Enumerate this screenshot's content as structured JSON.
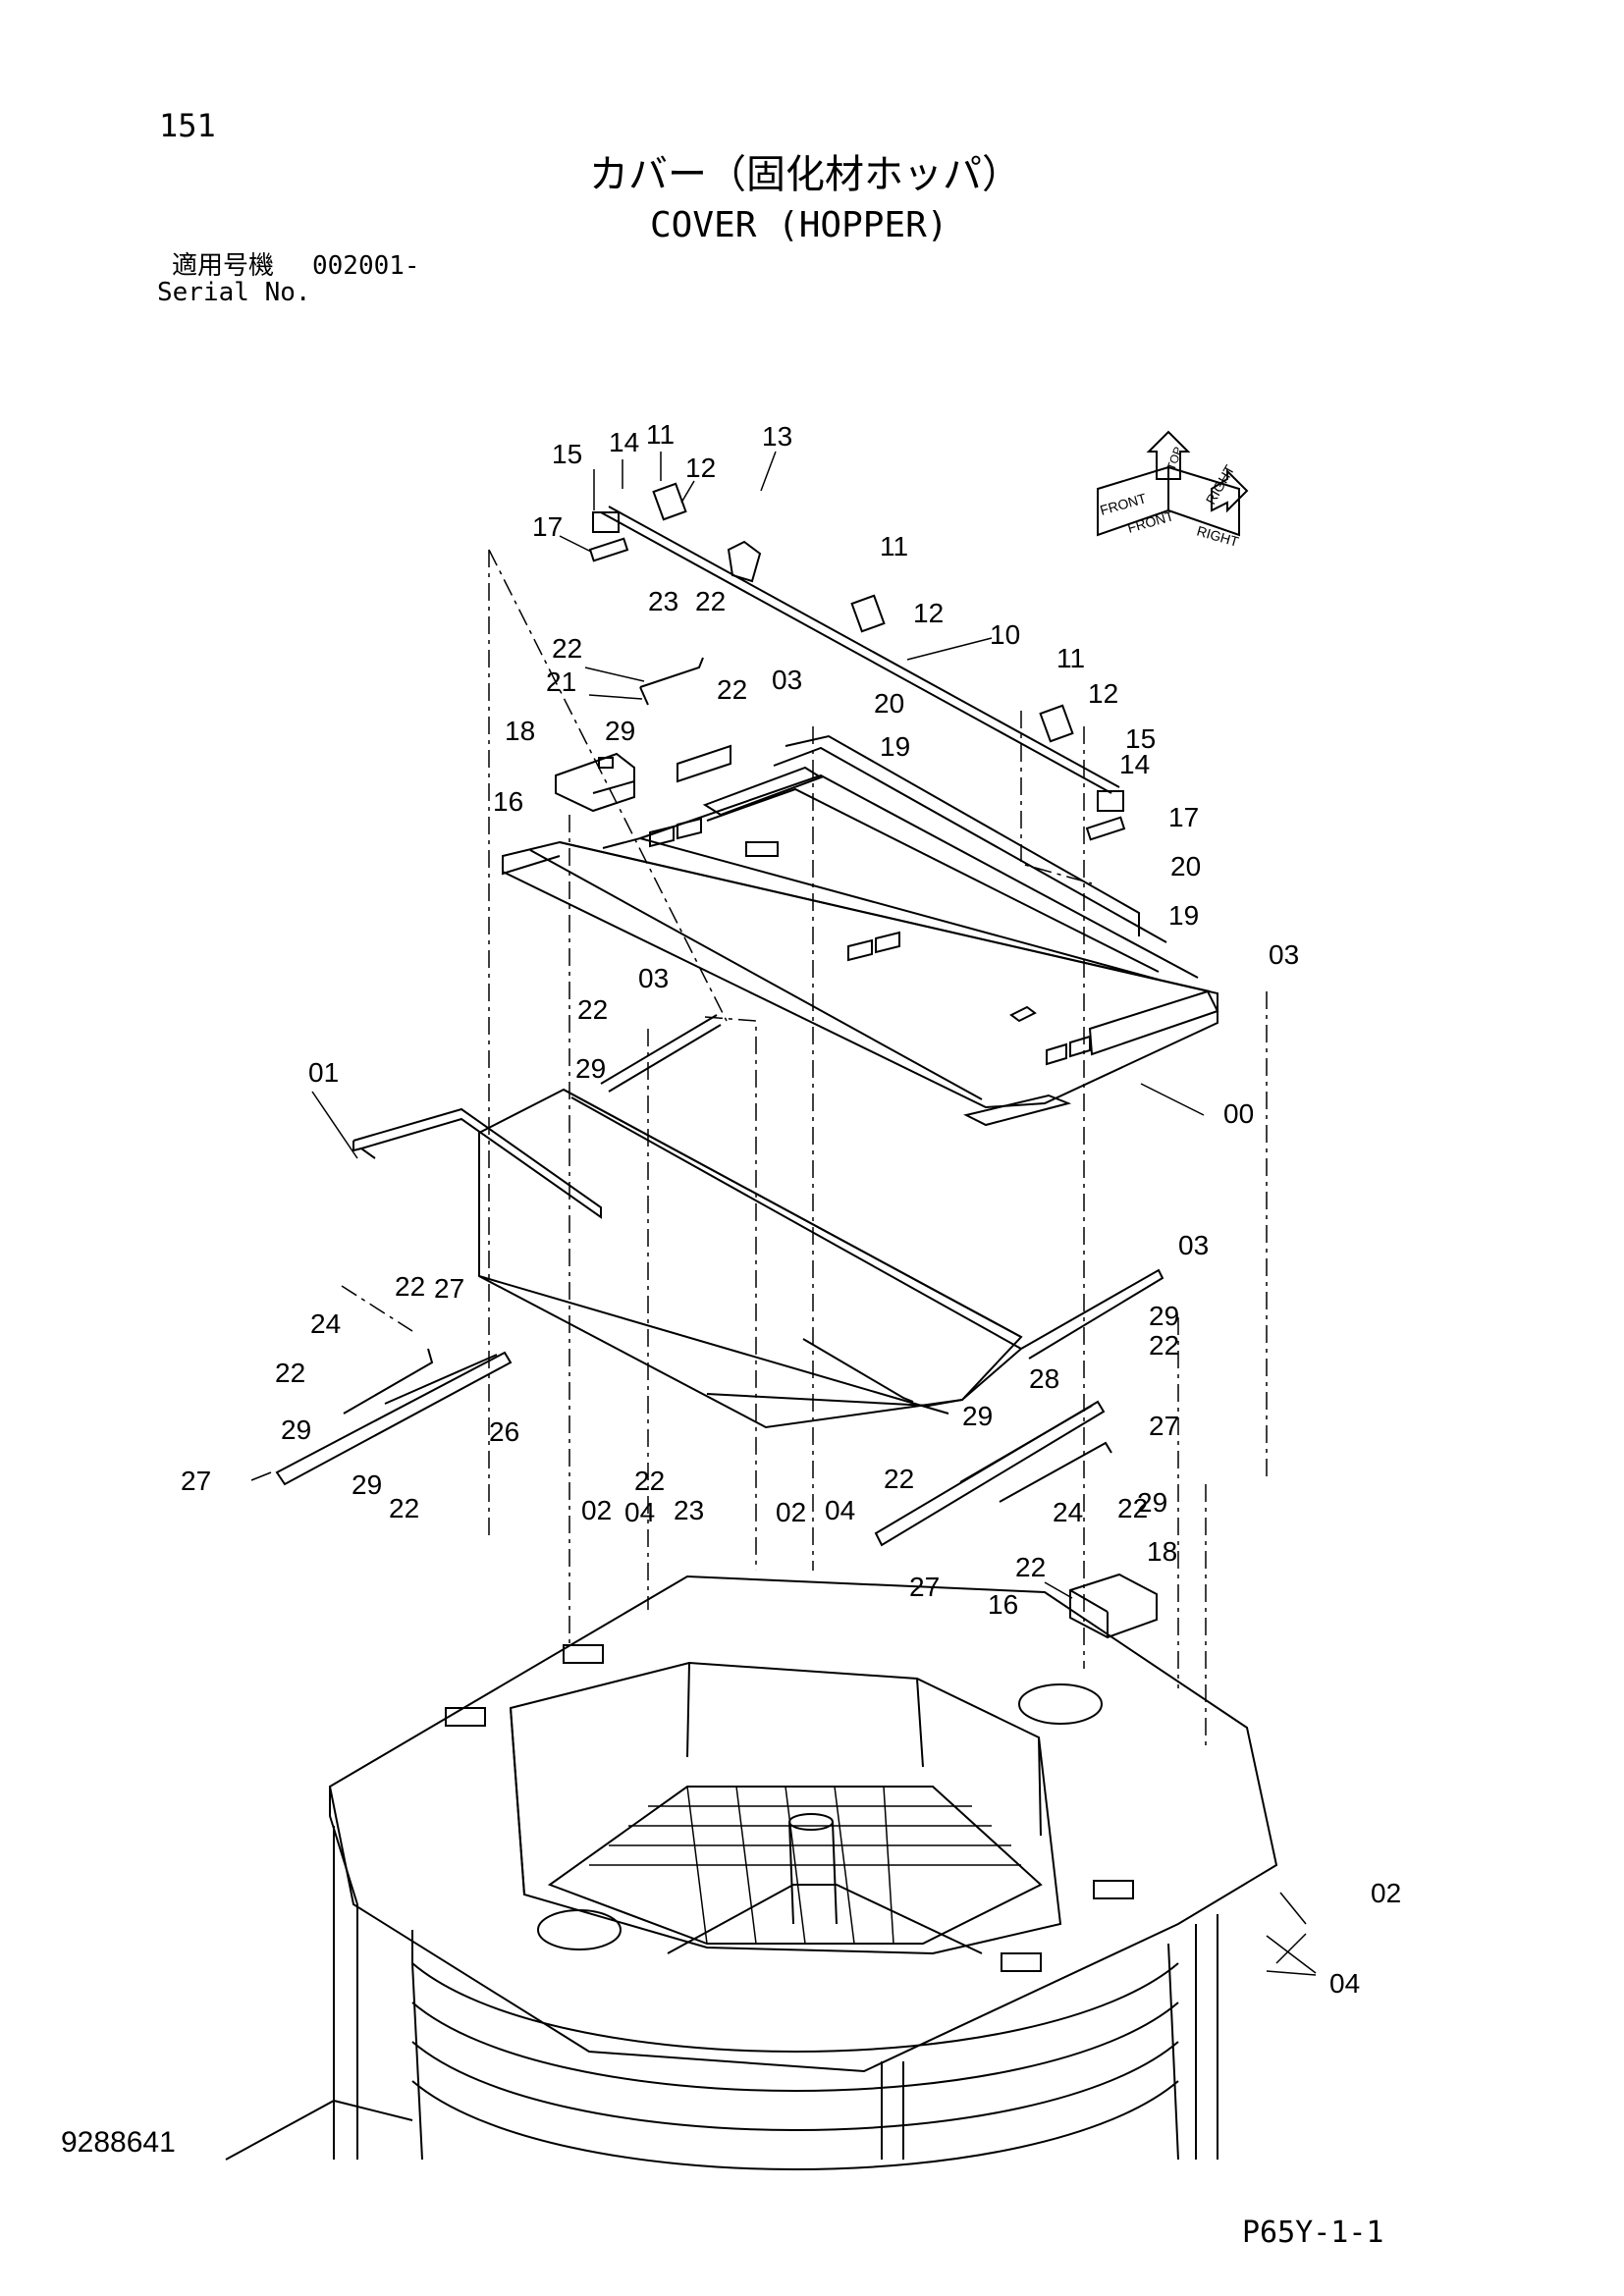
{
  "header": {
    "page_number": "151",
    "title_jp": "カバー（固化材ホッパ）",
    "title_en": "COVER (HOPPER)",
    "serial_label_jp": "適用号機",
    "serial_value": "002001-",
    "serial_label_en": "Serial No."
  },
  "footer": {
    "drawing_number": "9288641",
    "page_code": "P65Y-1-1"
  },
  "direction_indicator": {
    "labels": [
      "FRONT",
      "TOP",
      "RIGHT",
      "FRONT",
      "RIGHT"
    ]
  },
  "callouts": [
    "15",
    "14",
    "11",
    "12",
    "13",
    "17",
    "11",
    "12",
    "23",
    "22",
    "10",
    "22",
    "21",
    "22",
    "03",
    "20",
    "11",
    "12",
    "18",
    "29",
    "19",
    "15",
    "14",
    "16",
    "17",
    "20",
    "19",
    "03",
    "03",
    "22",
    "29",
    "01",
    "00",
    "03",
    "29",
    "22",
    "22",
    "27",
    "24",
    "22",
    "28",
    "29",
    "27",
    "29",
    "26",
    "22",
    "22",
    "29",
    "27",
    "29",
    "22",
    "22",
    "24",
    "22",
    "23",
    "02",
    "04",
    "02",
    "04",
    "18",
    "27",
    "16",
    "02",
    "04"
  ]
}
